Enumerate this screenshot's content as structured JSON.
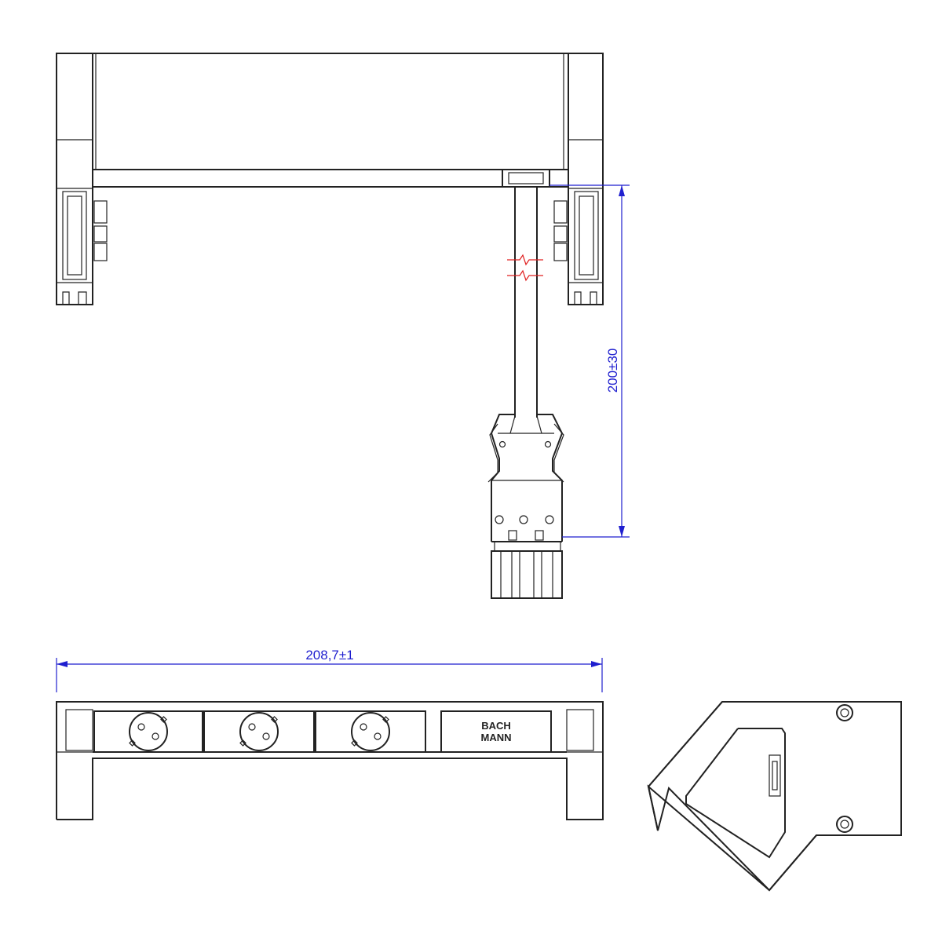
{
  "diagram": {
    "dimensions": {
      "cable_length_label": "200±30",
      "width_label": "208,7±1"
    },
    "module": {
      "brand_line_1": "BACH",
      "brand_line_2": "MANN"
    },
    "colors": {
      "outline": "#222222",
      "dimension": "#1f1fcf",
      "break_mark": "#e02020"
    }
  }
}
